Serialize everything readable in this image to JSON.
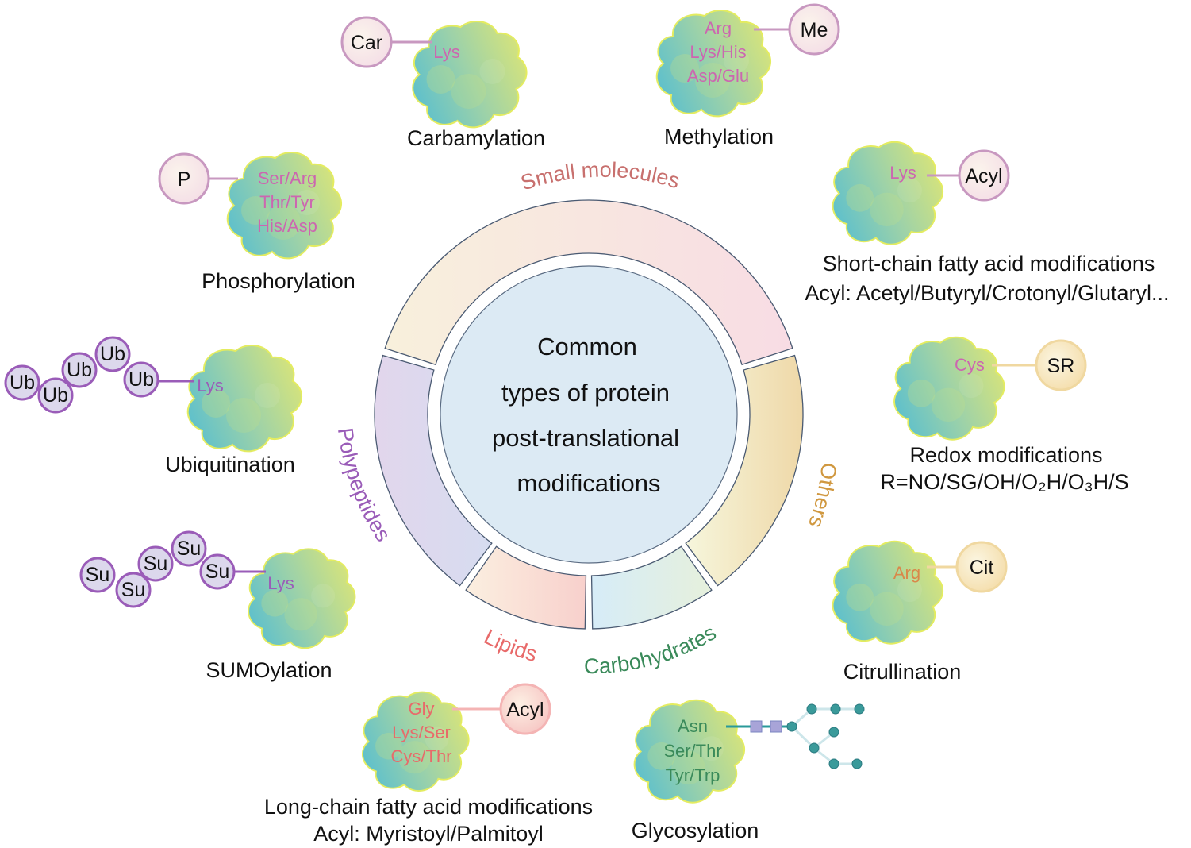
{
  "center": {
    "lines": [
      "Common",
      "types of protein",
      "post-translational",
      "modifications"
    ]
  },
  "categories": [
    {
      "key": "small",
      "label": "Small molecules",
      "color": "#c8706e"
    },
    {
      "key": "others",
      "label": "Others",
      "color": "#d09840"
    },
    {
      "key": "carbo",
      "label": "Carbohydrates",
      "color": "#3a8a5a"
    },
    {
      "key": "lipids",
      "label": "Lipids",
      "color": "#e86a6a"
    },
    {
      "key": "poly",
      "label": "Polypeptides",
      "color": "#9a5cb8"
    }
  ],
  "modifications": {
    "carbamylation": {
      "name": "Carbamylation",
      "group": "Car",
      "residues": [
        "Lys"
      ]
    },
    "methylation": {
      "name": "Methylation",
      "group": "Me",
      "residues": [
        "Arg",
        "Lys/His",
        "Asp/Glu"
      ]
    },
    "short_chain": {
      "name": "Short-chain fatty acid modifications",
      "detail": "Acyl: Acetyl/Butyryl/Crotonyl/Glutaryl...",
      "group": "Acyl",
      "residues": [
        "Lys"
      ]
    },
    "phosphorylation": {
      "name": "Phosphorylation",
      "group": "P",
      "residues": [
        "Ser/Arg",
        "Thr/Tyr",
        "His/Asp"
      ]
    },
    "ubiquitination": {
      "name": "Ubiquitination",
      "group": "Ub",
      "residues": [
        "Lys"
      ]
    },
    "sumoylation": {
      "name": "SUMOylation",
      "group": "Su",
      "residues": [
        "Lys"
      ]
    },
    "redox": {
      "name": "Redox modifications",
      "detail": "R=NO/SG/OH/O₂H/O₃H/S",
      "group": "SR",
      "residues": [
        "Cys"
      ]
    },
    "citrullination": {
      "name": "Citrullination",
      "group": "Cit",
      "residues": [
        "Arg"
      ]
    },
    "long_chain": {
      "name": "Long-chain fatty acid modifications",
      "detail": "Acyl: Myristoyl/Palmitoyl",
      "group": "Acyl",
      "residues": [
        "Gly",
        "Lys/Ser",
        "Cys/Thr"
      ]
    },
    "glycosylation": {
      "name": "Glycosylation",
      "residues": [
        "Asn",
        "Ser/Thr",
        "Tyr/Trp"
      ]
    }
  },
  "colors": {
    "residue_pink": "#cc66b0",
    "residue_purple": "#9a5cb8",
    "residue_red": "#e86a6a",
    "residue_orange": "#d9884a",
    "residue_green": "#3a8a5a",
    "center_fill": "#dceaf4"
  }
}
